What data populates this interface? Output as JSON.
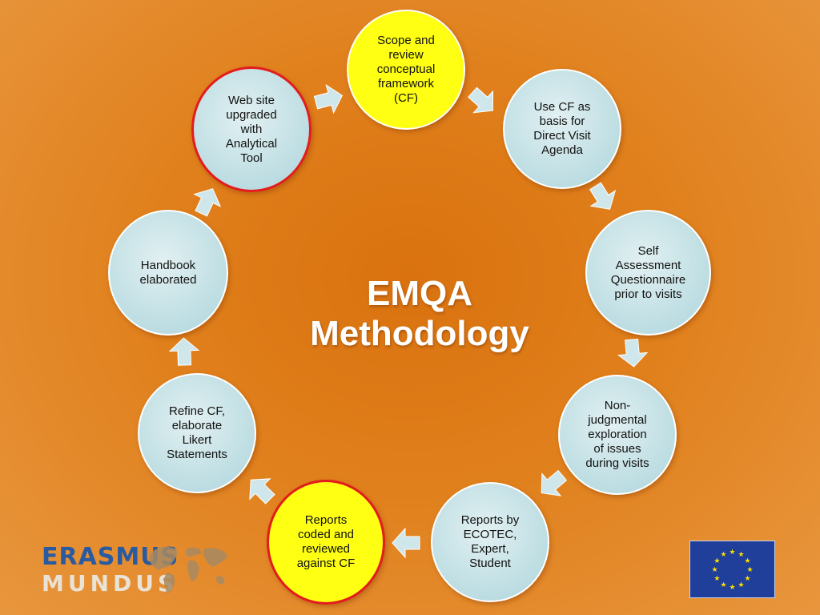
{
  "diagram": {
    "title_line1": "EMQA",
    "title_line2": "Methodology",
    "nodes": [
      {
        "id": "scope",
        "label": "Scope and\nreview\nconceptual\nframework\n(CF)",
        "style": "yellow"
      },
      {
        "id": "use-cf",
        "label": "Use CF as\nbasis for\nDirect Visit\nAgenda",
        "style": "blue"
      },
      {
        "id": "self-assessment",
        "label": "Self\nAssessment\nQuestionnaire\nprior to visits",
        "style": "blue"
      },
      {
        "id": "non-judgmental",
        "label": "Non-\njudgmental\nexploration\nof issues\nduring visits",
        "style": "blue"
      },
      {
        "id": "reports-by",
        "label": "Reports by\nECOTEC,\nExpert,\nStudent",
        "style": "blue"
      },
      {
        "id": "reports-coded",
        "label": "Reports\ncoded and\nreviewed\nagainst CF",
        "style": "yellow"
      },
      {
        "id": "refine-cf",
        "label": "Refine CF,\nelaborate\nLikert\nStatements",
        "style": "blue"
      },
      {
        "id": "handbook",
        "label": "Handbook\nelaborated",
        "style": "blue"
      },
      {
        "id": "website",
        "label": "Web site\nupgraded\nwith\nAnalytical\nTool",
        "style": "red-ring"
      }
    ]
  },
  "logo": {
    "word1": "ERASMUS",
    "word2": "MUNDUS"
  },
  "colors": {
    "yellow": "#ffff14",
    "blue": "#bcdde2",
    "ring": "#e31c1c",
    "arrow": "#cfe6ea"
  }
}
